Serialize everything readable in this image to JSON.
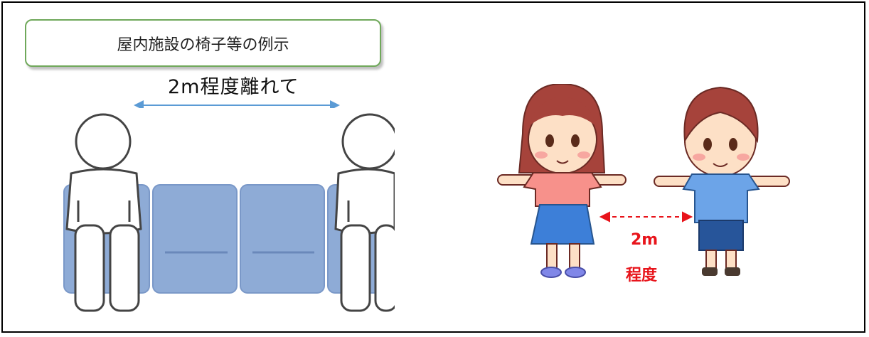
{
  "title": "屋内施設の椅子等の例示",
  "left_scene": {
    "distance_label": "2m程度離れて",
    "arrow_color": "#5b9bd5",
    "bench_color": "#8eabd6"
  },
  "right_scene": {
    "distance_value": "2m",
    "distance_suffix": "程度",
    "accent_color": "#e8141b"
  }
}
